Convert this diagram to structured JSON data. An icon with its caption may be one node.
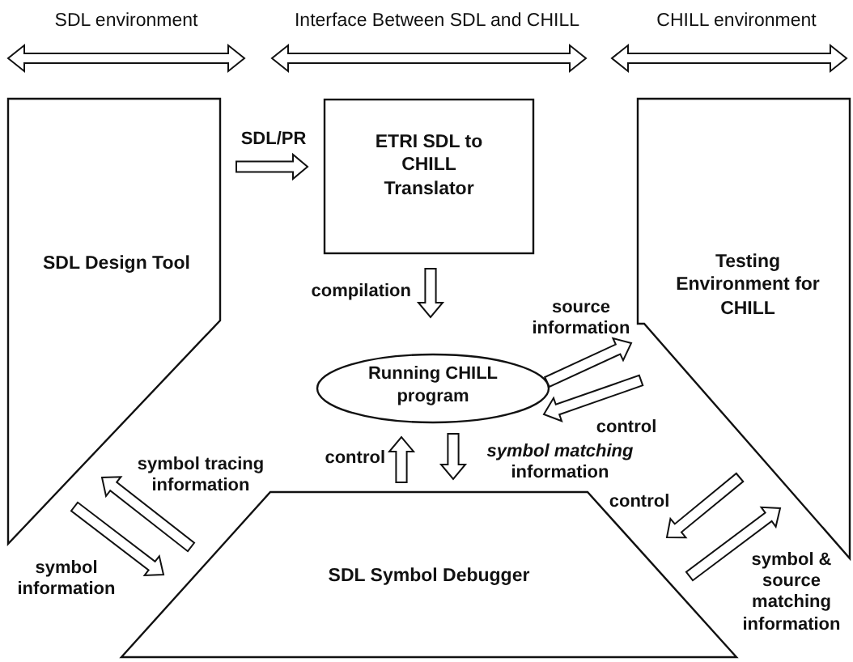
{
  "diagram": {
    "nodes": [
      {
        "text": [
          "SDL Design Tool"
        ]
      },
      {
        "text": [
          "ETRI SDL to CHILL Translator"
        ]
      },
      {
        "text": [
          "Testing Environment for CHILL"
        ]
      },
      {
        "text": [
          "Running CHILL program"
        ]
      },
      {
        "text": [
          "SDL Symbol Debugger"
        ]
      }
    ],
    "edges": [
      {
        "from": 0,
        "to": 1,
        "arrow": "to",
        "label": "SDL/PR"
      },
      {
        "from": 1,
        "to": 3,
        "arrow": "to",
        "label": "compilation"
      },
      {
        "from": 3,
        "to": 2,
        "arrow": "to",
        "label": "source information"
      },
      {
        "from": 2,
        "to": 3,
        "arrow": "to",
        "label": "control"
      },
      {
        "from": 4,
        "to": 3,
        "arrow": "to",
        "label": "control"
      },
      {
        "from": 3,
        "to": 4,
        "arrow": "to",
        "label": "*symbol matching* information"
      },
      {
        "from": 4,
        "to": 0,
        "arrow": "to",
        "label": "symbol tracing information"
      },
      {
        "from": 0,
        "to": 4,
        "arrow": "to",
        "label": "symbol information"
      },
      {
        "from": 2,
        "to": 4,
        "arrow": "to",
        "label": "control"
      },
      {
        "from": 4,
        "to": 2,
        "arrow": "to",
        "label": "symbol & source matching information"
      }
    ],
    "labels": [
      "SDL environment",
      "Interface Between SDL and CHILL",
      "CHILL environment"
    ]
  }
}
